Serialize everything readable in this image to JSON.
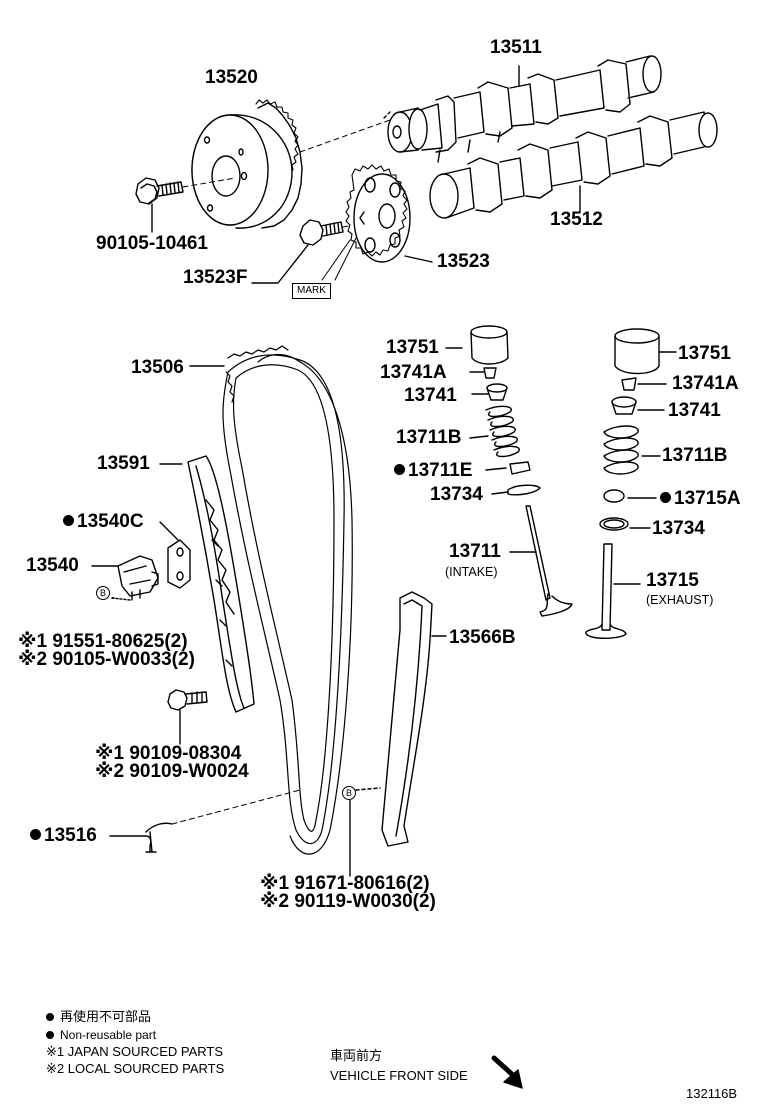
{
  "parts": {
    "p13520": "13520",
    "p13511": "13511",
    "p13512": "13512",
    "p90105_10461": "90105-10461",
    "p13523F": "13523F",
    "p13523": "13523",
    "mark": "MARK",
    "p13506": "13506",
    "p13591": "13591",
    "p13540C": "13540C",
    "p13540": "13540",
    "p91551_a": "※1 91551-80625(2)",
    "p90105_b": "※2 90105-W0033(2)",
    "p90109_a": "※1 90109-08304",
    "p90109_b": "※2 90109-W0024",
    "p13516": "13516",
    "p91671_a": "※1 91671-80616(2)",
    "p90119_b": "※2 90119-W0030(2)",
    "p13566B": "13566B",
    "p13751_l": "13751",
    "p13741A_l": "13741A",
    "p13741_l": "13741",
    "p13711B_l": "13711B",
    "p13711E": "13711E",
    "p13734_l": "13734",
    "p13711": "13711",
    "intake": "(INTAKE)",
    "p13751_r": "13751",
    "p13741A_r": "13741A",
    "p13741_r": "13741",
    "p13711B_r": "13711B",
    "p13715A": "13715A",
    "p13734_r": "13734",
    "p13715": "13715",
    "exhaust": "(EXHAUST)",
    "b_mark": "B"
  },
  "legend": {
    "nonreuse_jp": "再使用不可部品",
    "nonreuse_en": "Non-reusable part",
    "note1": "※1  JAPAN SOURCED PARTS",
    "note2": "※2  LOCAL SOURCED PARTS",
    "front_jp": "車両前方",
    "front_en": "VEHICLE FRONT SIDE"
  },
  "figure_code": "132116B"
}
